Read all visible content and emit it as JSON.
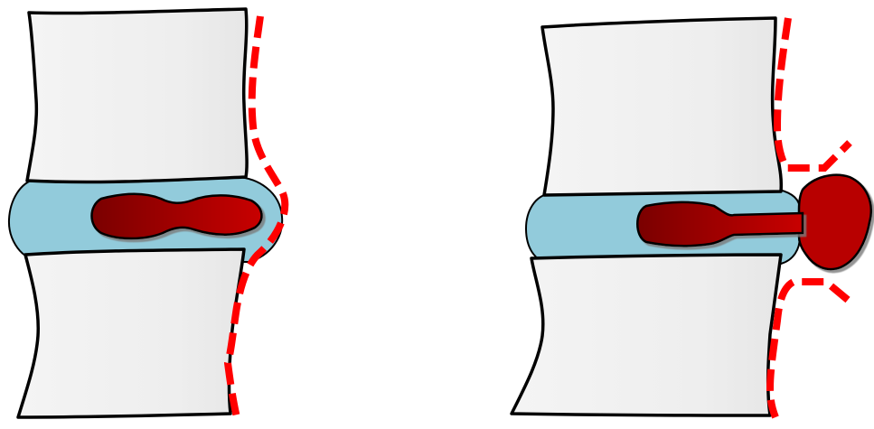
{
  "diagrams": [
    {
      "id": "disc-bulge",
      "parts": [
        "upper-vertebra",
        "intervertebral-disc",
        "nucleus-pulposus",
        "lower-vertebra",
        "posterior-contour-line"
      ]
    },
    {
      "id": "disc-herniation",
      "parts": [
        "upper-vertebra",
        "intervertebral-disc",
        "nucleus-pulposus",
        "herniated-extrusion",
        "posterior-contour-line"
      ]
    }
  ],
  "colors": {
    "bone_fill": "#f1f1f1",
    "disc_fill": "#92cbdb",
    "nucleus_dark": "#7a0000",
    "nucleus_light": "#c00000",
    "contour_line": "#ff0000",
    "outline": "#000000",
    "background": "#ffffff"
  }
}
